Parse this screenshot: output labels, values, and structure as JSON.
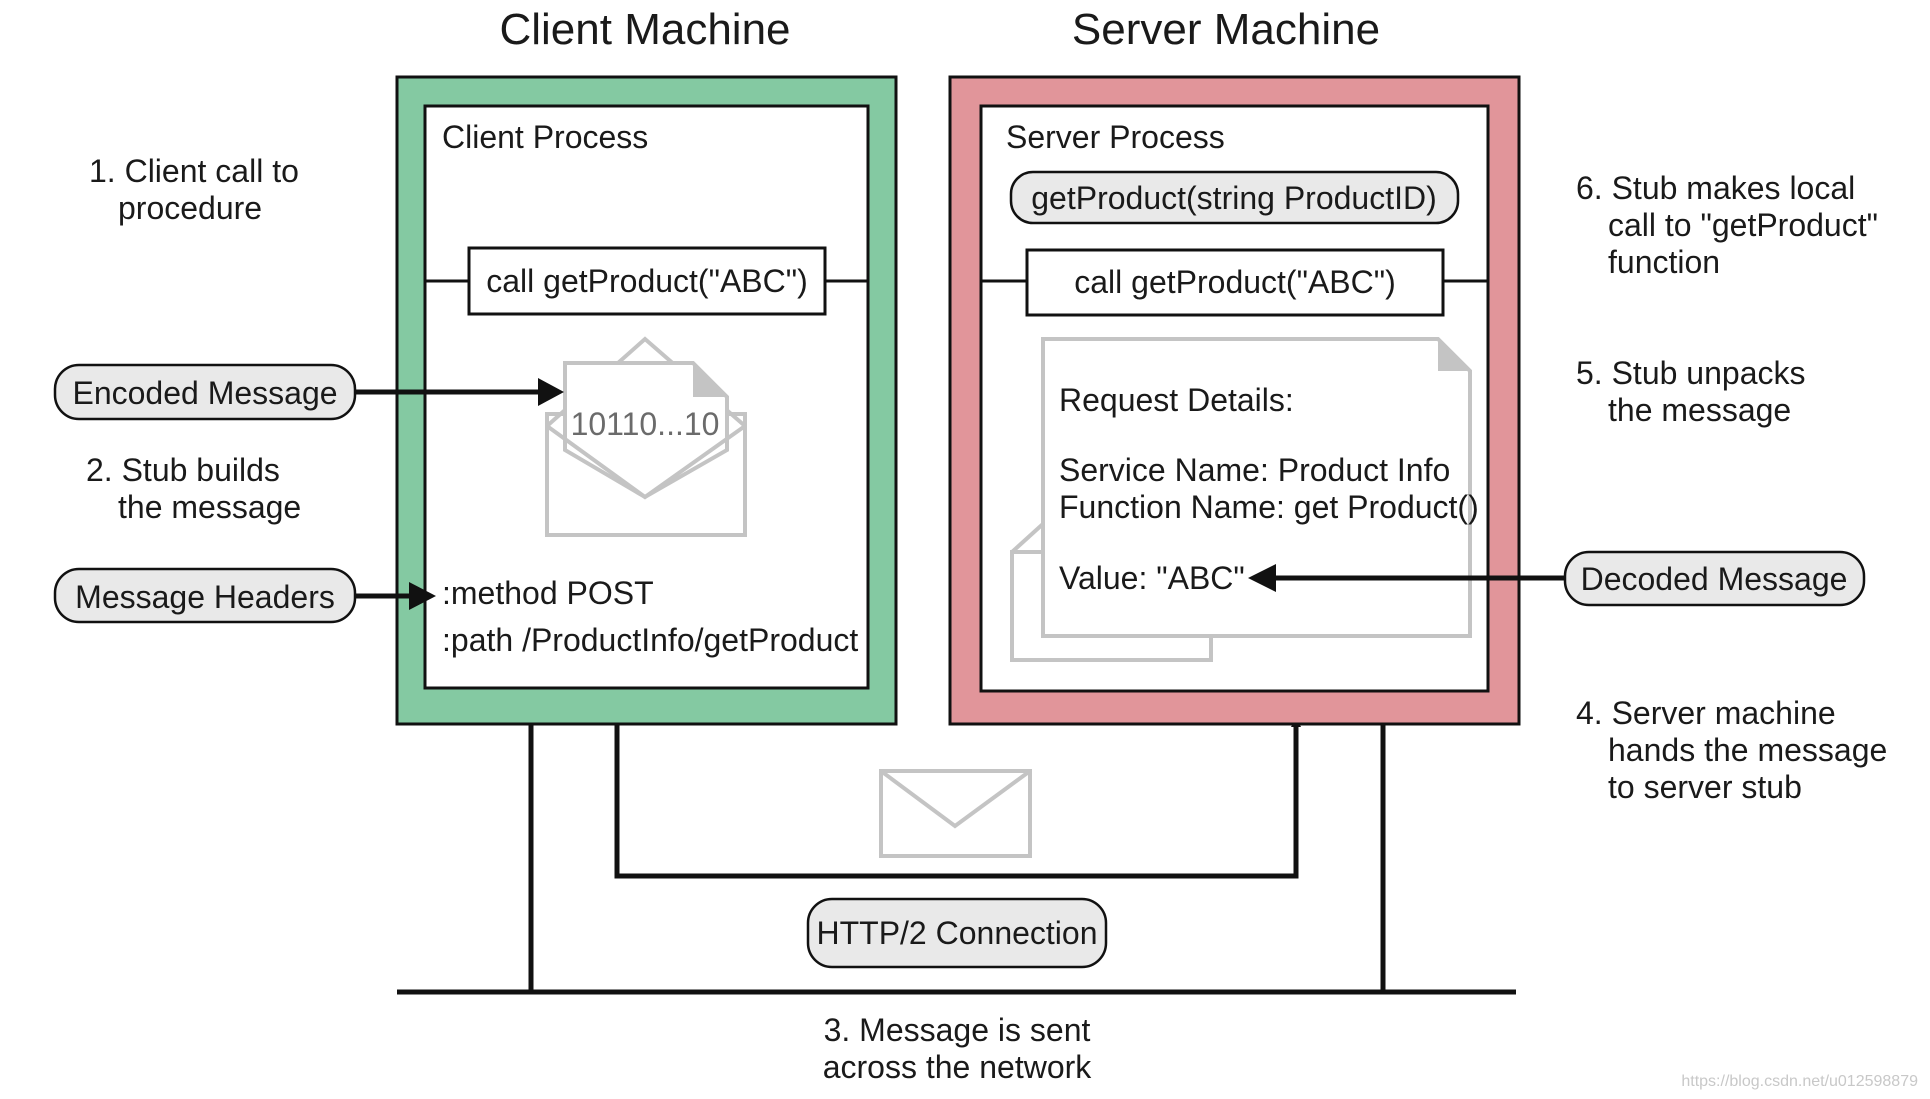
{
  "client": {
    "machine_title": "Client Machine",
    "process_label": "Client Process",
    "call_label": "call getProduct(\"ABC\")",
    "encoded_payload": "10110...10",
    "header_method": ":method POST",
    "header_path": ":path /ProductInfo/getProduct"
  },
  "server": {
    "machine_title": "Server Machine",
    "process_label": "Server Process",
    "function_label": "getProduct(string ProductID)",
    "call_label": "call getProduct(\"ABC\")",
    "request": {
      "title": "Request Details:",
      "service": "Service Name: Product Info",
      "function": "Function Name: get Product()",
      "value": "Value: \"ABC\""
    }
  },
  "callouts": {
    "encoded_message": "Encoded Message",
    "message_headers": "Message Headers",
    "decoded_message": "Decoded Message",
    "connection": "HTTP/2 Connection"
  },
  "steps": {
    "step1": [
      "1. Client call to",
      "procedure"
    ],
    "step2": [
      "2. Stub builds",
      "the message"
    ],
    "step3": [
      "3. Message is sent",
      "across the network"
    ],
    "step4": [
      "4. Server machine",
      "hands the message",
      "to server stub"
    ],
    "step5": [
      "5. Stub unpacks",
      "the message"
    ],
    "step6": [
      "6. Stub makes local",
      "call to \"getProduct\"",
      "function"
    ]
  },
  "watermark": "https://blog.csdn.net/u012598879",
  "colors": {
    "client_machine": "#84c9a2",
    "server_machine": "#e1959a",
    "pill_fill": "#e9e9e9",
    "envelope_stroke": "#c4c4c4",
    "line": "#111111"
  }
}
